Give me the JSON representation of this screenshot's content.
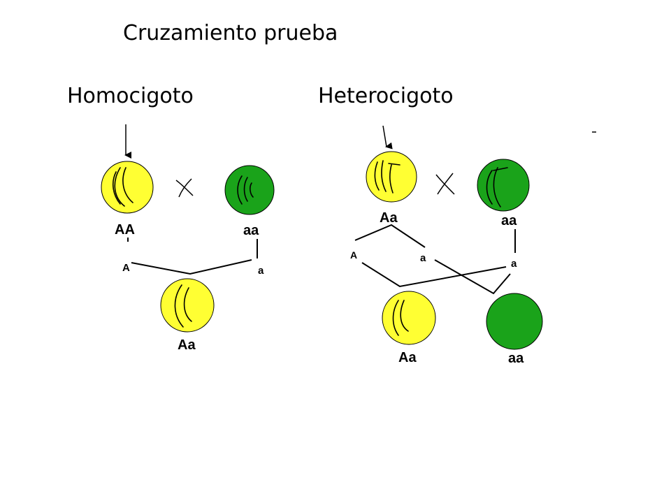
{
  "title": "Cruzamiento prueba",
  "left": {
    "heading": "Homocigoto",
    "parent1_label": "AA",
    "parent2_label": "aa",
    "gamete1": "A",
    "gamete2": "a",
    "offspring_label": "Aa"
  },
  "right": {
    "heading": "Heterocigoto",
    "parent1_label": "Aa",
    "parent2_label": "aa",
    "gamete1": "A",
    "gamete2": "a",
    "gamete3": "a",
    "offspring1_label": "Aa",
    "offspring2_label": "aa"
  },
  "colors": {
    "yellow": "#ffff33",
    "green": "#1aa31a",
    "outline": "#000000"
  }
}
